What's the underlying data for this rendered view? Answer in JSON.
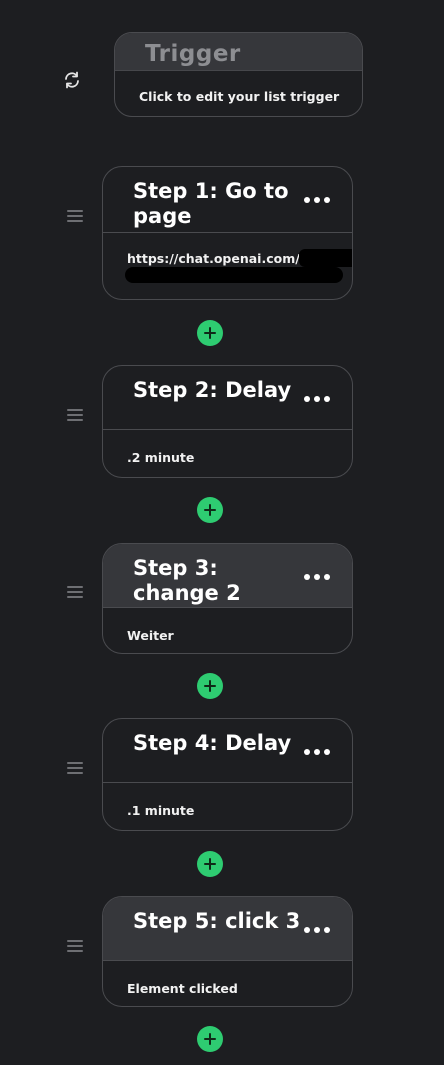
{
  "trigger": {
    "title": "Trigger",
    "subtitle": "Click to edit your list trigger",
    "icon": "refresh-icon"
  },
  "steps": [
    {
      "title": "Step 1: Go to page",
      "detail": "https://chat.openai.com/c/"
    },
    {
      "title": "Step 2: Delay",
      "detail": ".2 minute"
    },
    {
      "title": "Step 3: change 2",
      "detail": "Weiter"
    },
    {
      "title": "Step 4: Delay",
      "detail": ".1 minute"
    },
    {
      "title": "Step 5: click 3",
      "detail": "Element clicked"
    }
  ],
  "colors": {
    "background": "#1d1e21",
    "card_header": "#36373b",
    "border": "#4a4b4f",
    "add_button": "#2ecc71"
  }
}
